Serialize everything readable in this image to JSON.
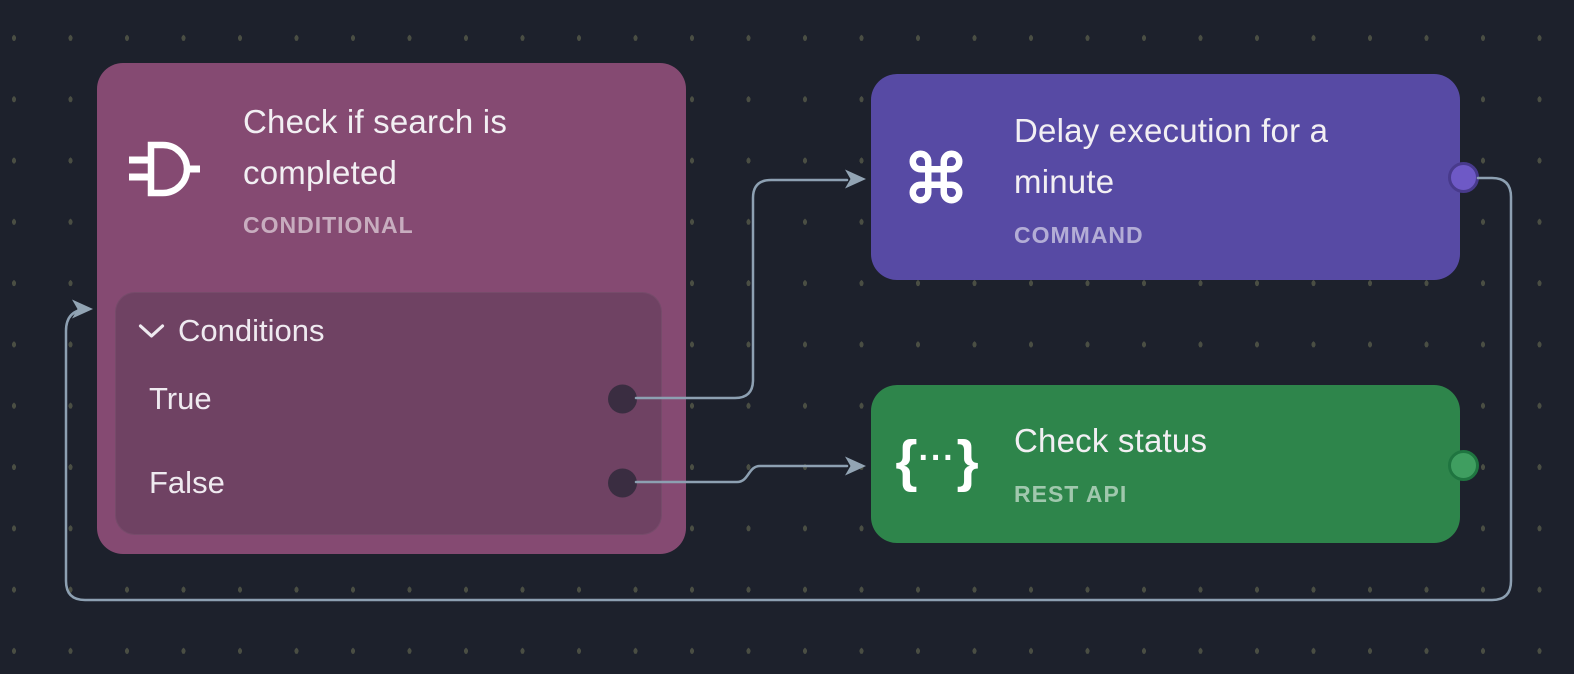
{
  "canvas": {
    "background": "#1d212c",
    "grid_dot_color": "#4a4e43"
  },
  "nodes": {
    "conditional": {
      "title": "Check if search is completed",
      "type_label": "CONDITIONAL",
      "color": "#854a72",
      "panel_color": "#6f4263",
      "section_label": "Conditions",
      "outputs": [
        {
          "label": "True"
        },
        {
          "label": "False"
        }
      ],
      "port_color": "#3a2d41",
      "icon": "logic-gate-icon"
    },
    "delay": {
      "title": "Delay execution for a minute",
      "type_label": "COMMAND",
      "color": "#574aa4",
      "port_fill": "#6e59c6",
      "port_ring": "#483a8c",
      "icon": "command-icon"
    },
    "rest_api": {
      "title": "Check status",
      "type_label": "REST API",
      "color": "#2e854b",
      "port_fill": "#3f9e60",
      "port_ring": "#1f7540",
      "icon": "braces-icon",
      "icon_open_brace": "{",
      "icon_dots": "···",
      "icon_close_brace": "}"
    }
  },
  "edges_style": {
    "line_color": "#8da0b2",
    "arrow_color": "#92a4b4"
  },
  "edges": [
    {
      "from": "conditional:True",
      "to": "delay"
    },
    {
      "from": "conditional:False",
      "to": "rest_api"
    },
    {
      "from": "delay:output",
      "to": "conditional:input"
    }
  ]
}
